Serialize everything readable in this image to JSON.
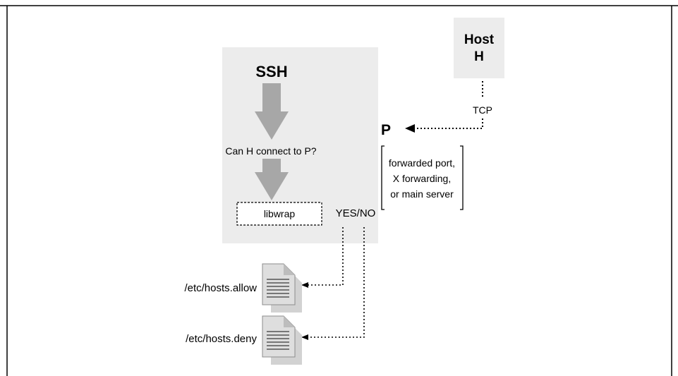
{
  "host": {
    "line1": "Host",
    "line2": "H"
  },
  "ssh": {
    "title": "SSH",
    "question": "Can H connect to P?",
    "libwrap": "libwrap",
    "result": "YES/NO"
  },
  "connection": {
    "protocol": "TCP",
    "port": "P"
  },
  "note": {
    "lines": [
      "forwarded port,",
      "X forwarding,",
      "or main server"
    ]
  },
  "files": [
    {
      "label": "/etc/hosts.allow"
    },
    {
      "label": "/etc/hosts.deny"
    }
  ],
  "colors": {
    "box": "#ececec",
    "arrow": "#a7a7a7",
    "ink": "#000000",
    "doc": "#8c8c8c"
  }
}
